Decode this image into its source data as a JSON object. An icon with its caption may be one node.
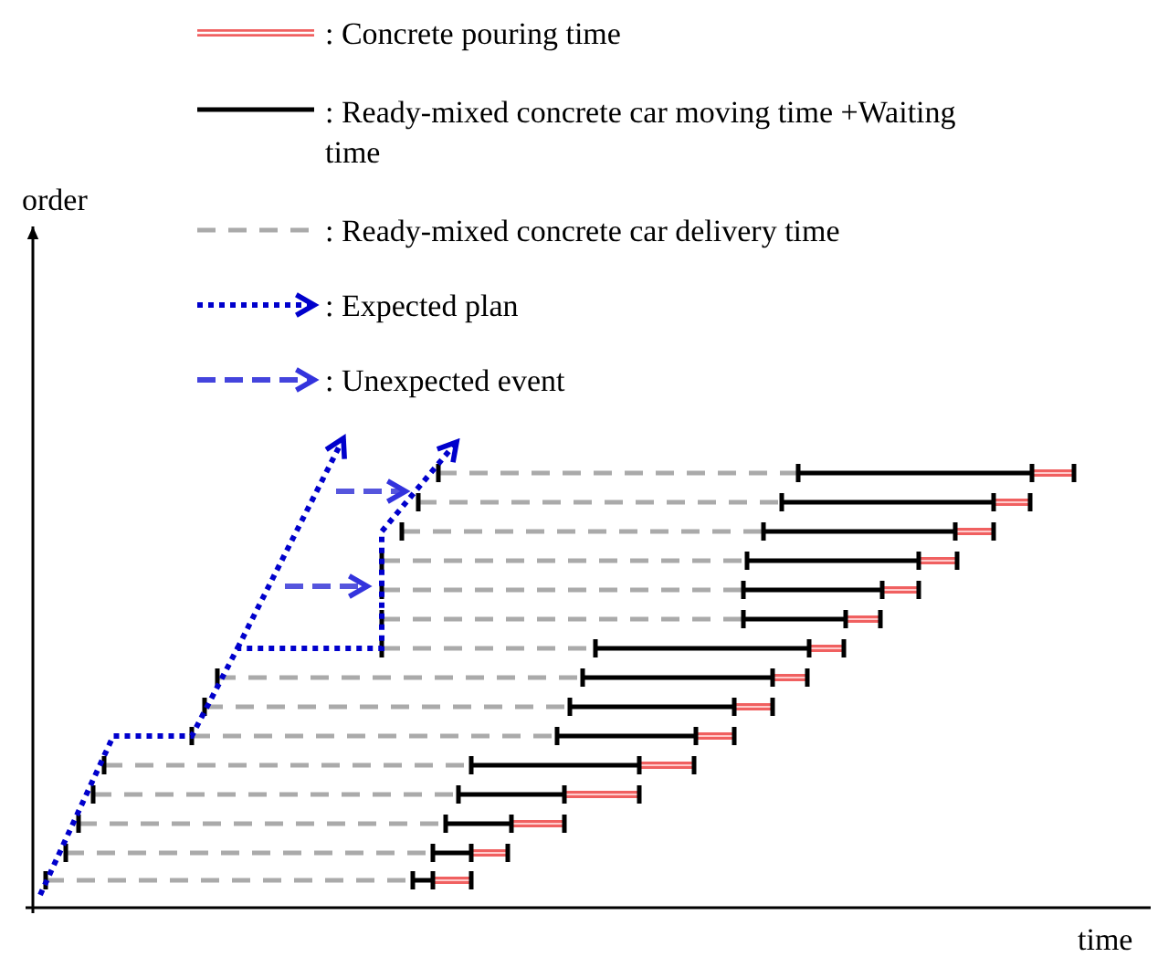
{
  "diagram": {
    "labels": [
      "order",
      "time"
    ],
    "legend": [
      {
        "text": ": Concrete pouring time"
      },
      {
        "text": ": Ready-mixed concrete car moving time +Waiting time"
      },
      {
        "text": ": Ready-mixed concrete car delivery time"
      },
      {
        "text": ": Expected plan"
      },
      {
        "text": ": Unexpected event"
      }
    ]
  }
}
